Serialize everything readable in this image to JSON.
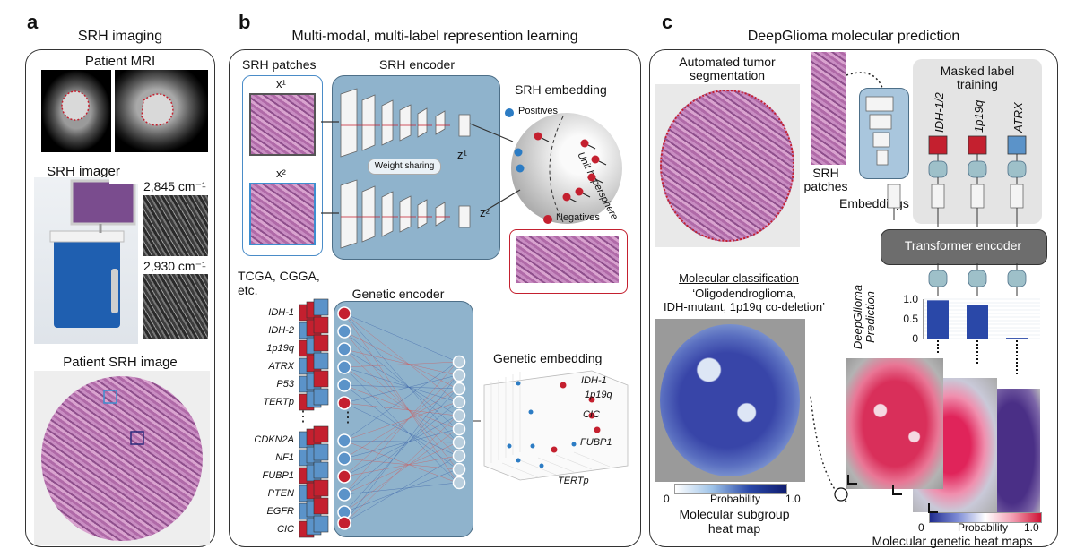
{
  "panel_a": {
    "letter": "a",
    "title": "SRH imaging",
    "mri_label": "Patient MRI",
    "imager_label": "SRH imager",
    "wavenumber_1": "2,845 cm⁻¹",
    "wavenumber_2": "2,930 cm⁻¹",
    "srh_image_label": "Patient SRH image"
  },
  "panel_b": {
    "letter": "b",
    "title": "Multi-modal, multi-label represention learning",
    "patches_label": "SRH patches",
    "x1": "x¹",
    "x2": "x²",
    "encoder_label": "SRH encoder",
    "weight_sharing": "Weight sharing",
    "z1": "z¹",
    "z2": "z²",
    "embedding_label": "SRH embedding",
    "positives": "Positives",
    "negatives": "Negatives",
    "hypersphere": "Unit hypersphere",
    "datasets_label": "TCGA, CGGA,\netc.",
    "genes_top": [
      "IDH-1",
      "IDH-2",
      "1p19q",
      "ATRX",
      "P53",
      "TERTp"
    ],
    "ellipsis": "⋮",
    "genes_bottom": [
      "CDKN2A",
      "NF1",
      "FUBP1",
      "PTEN",
      "EGFR",
      "CIC"
    ],
    "genetic_encoder_label": "Genetic encoder",
    "genetic_embedding_label": "Genetic embedding",
    "embedding_points": [
      "IDH-1",
      "1p19q",
      "CIC",
      "FUBP1",
      "TERTp"
    ]
  },
  "panel_c": {
    "letter": "c",
    "title": "DeepGlioma molecular prediction",
    "segmentation_label": "Automated tumor\nsegmentation",
    "srh_patches_label": "SRH\npatches",
    "embeddings_label": "Embeddings",
    "masked_label_title": "Masked label\ntraining",
    "labels": [
      "IDH-1/2",
      "1p19q",
      "ATRX"
    ],
    "label_colors": [
      "#c4202f",
      "#c4202f",
      "#5b93c9"
    ],
    "transformer_label": "Transformer encoder",
    "prediction_axis": "DeepGlioma\nPrediction",
    "prediction_ticks": [
      "1.0",
      "0.5",
      "0"
    ],
    "prediction_values": [
      0.97,
      0.85,
      0.02
    ],
    "classification_heading": "Molecular classification",
    "classification_text": "‘Oligodendroglioma,\nIDH-mutant, 1p19q co-deletion’",
    "prob_min": "0",
    "prob_label": "Probability",
    "prob_max": "1.0",
    "subgroup_label": "Molecular subgroup\nheat map",
    "genetic_maps_label": "Molecular genetic heat maps",
    "plus": "+"
  }
}
